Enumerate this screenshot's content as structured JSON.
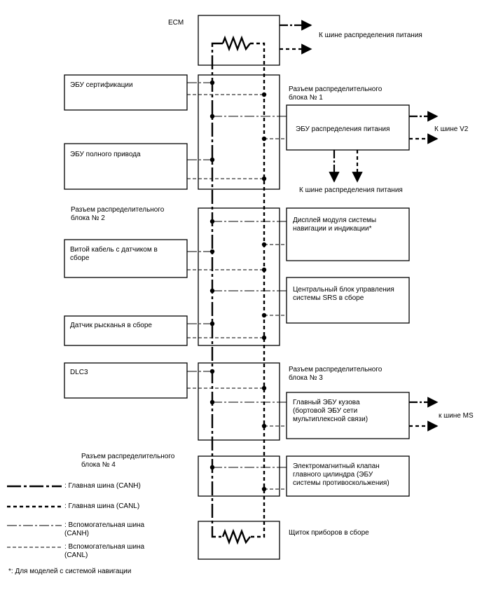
{
  "ecm_label": "ECM",
  "power_bus_top": "К шине распределения питания",
  "junction1_label": "Разъем распределительного\nблока № 1",
  "cert_ecu": "ЭБУ сертификации",
  "power_dist_ecu": "ЭБУ распределения питания",
  "v2_bus": "К шине V2",
  "awd_ecu": "ЭБУ полного привода",
  "power_bus_bottom": "К шине распределения питания",
  "junction2_label": "Разъем распределительного\nблока № 2",
  "nav_display": "Дисплей модуля системы\nнавигации и индикации*",
  "spiral_cable": "Витой кабель с датчиком в\nсборе",
  "srs_unit": "Центральный блок управления\nсистемы SRS в сборе",
  "yaw_sensor": "Датчик рысканья в сборе",
  "dlc3": "DLC3",
  "junction3_label": "Разъем распределительного\nблока № 3",
  "main_body_ecu": "Главный ЭБУ кузова\n(бортовой ЭБУ сети\nмультиплексной связи)",
  "ms_bus": "к шине MS",
  "junction4_label": "Разъем распределительного\nблока № 4",
  "brake_valve": "Электромагнитный клапан\nглавного цилиндра (ЭБУ\nсистемы противоскольжения)",
  "meter": "Щиток приборов в сборе",
  "legend": {
    "main_canh": ": Главная шина (CANH)",
    "main_canl": ": Главная шина (CANL)",
    "sub_canh": ": Вспомогательная шина\n(CANH)",
    "sub_canl": ": Вспомогательная шина\n(CANL)"
  },
  "footnote": "*: Для моделей с системой навигации"
}
